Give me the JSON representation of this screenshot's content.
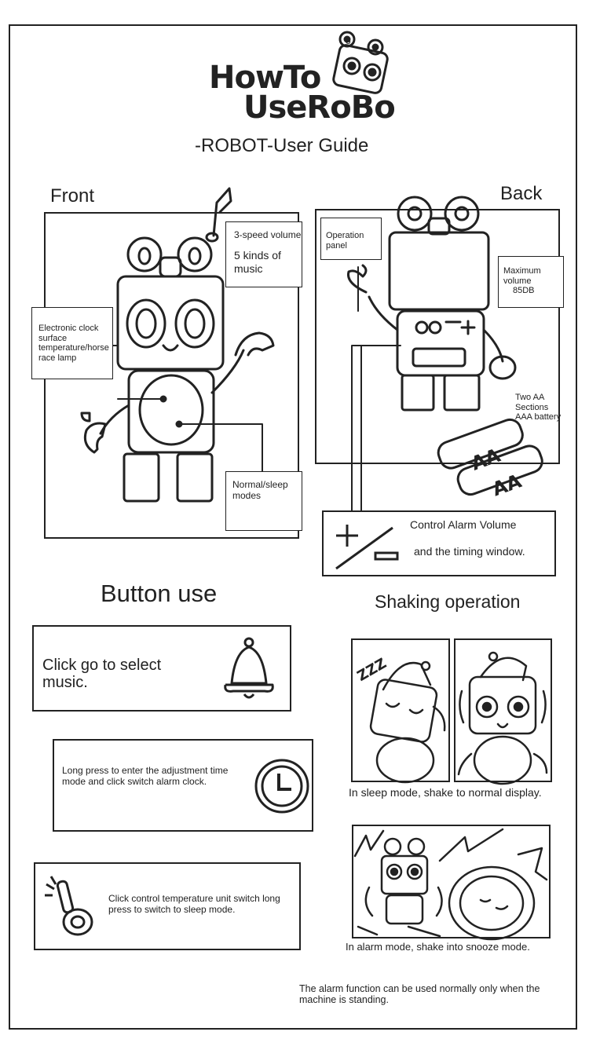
{
  "header": {
    "logo_marker": "o",
    "logo_line1": "HowTo",
    "logo_line2": "UseRoBo",
    "subtitle": "-ROBOT-User Guide"
  },
  "front": {
    "title": "Front",
    "volume_label": "3-speed volume",
    "music_label": "5 kinds of music",
    "clock_label": "Electronic clock surface temperature/horse race lamp",
    "mode_label": "Normal/sleep modes"
  },
  "back": {
    "title": "Back",
    "panel_label": "Operation panel",
    "max_volume_label": "Maximum volume",
    "max_volume_value": "85DB",
    "battery_label": "Two AA Sections AAA battery",
    "battery_glyph": "AA",
    "control_line1": "Control Alarm Volume",
    "control_line2": "and the timing window."
  },
  "buttons": {
    "title": "Button use",
    "bell_text": "Click go to select music.",
    "clock_text": "Long press to enter the adjustment time mode and click switch alarm clock.",
    "key_text": "Click control temperature unit switch long press to switch to sleep mode."
  },
  "shaking": {
    "title": "Shaking operation",
    "sleep_caption": "In sleep mode, shake to normal display.",
    "alarm_caption": "In alarm mode, shake into snooze mode.",
    "sleep_glyph": "ZZZ"
  },
  "footer": {
    "note": "The alarm function can be used normally only when the machine is standing."
  }
}
